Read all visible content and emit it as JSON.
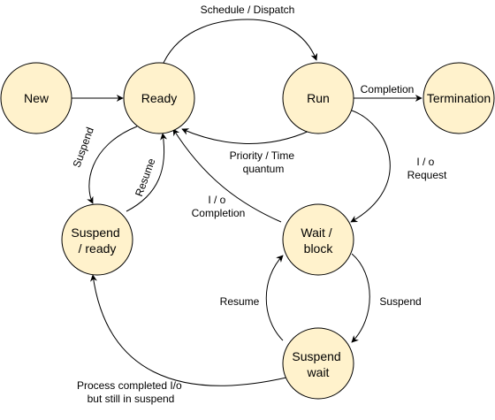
{
  "colors": {
    "state_fill": "#fff2cc",
    "stroke": "#000000",
    "background": "#ffffff"
  },
  "states": {
    "new": "New",
    "ready": "Ready",
    "run": "Run",
    "termination": "Termination",
    "suspend_ready": [
      "Suspend",
      "/ ready"
    ],
    "wait_block": [
      "Wait /",
      "block"
    ],
    "suspend_wait": [
      "Suspend",
      "wait"
    ]
  },
  "transitions": {
    "schedule_dispatch": "Schedule / Dispatch",
    "completion": "Completion",
    "priority_time_quantum": [
      "Priority / Time",
      "quantum"
    ],
    "io_request": [
      "I / o",
      "Request"
    ],
    "io_completion": [
      "I / o",
      "Completion"
    ],
    "suspend_ready_side": "Suspend",
    "resume_ready_side": "Resume",
    "resume_wait_side": "Resume",
    "suspend_wait_side": "Suspend",
    "process_completed": [
      "Process completed I/o",
      "but still in suspend"
    ]
  }
}
